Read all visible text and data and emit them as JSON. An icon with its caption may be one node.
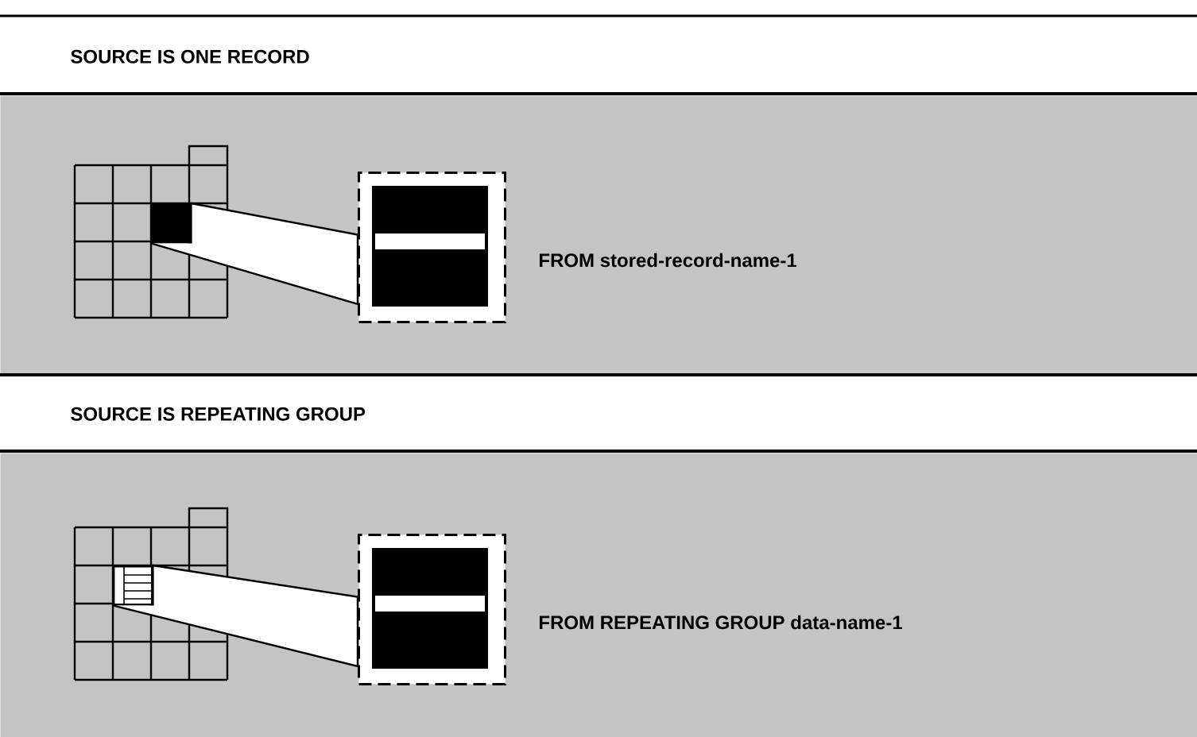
{
  "diagram": {
    "nodes": [
      {
        "text": [
          "SOURCE IS ONE RECORD"
        ]
      },
      {
        "text": [],
        "shape": "box",
        "in": 0
      },
      {
        "text": [],
        "shape": "box",
        "in": 0,
        "beside": [
          "FROM stored-record-name-1"
        ]
      },
      {
        "text": [
          "SOURCE IS REPEATING GROUP"
        ]
      },
      {
        "text": [],
        "shape": "box",
        "in": 3
      },
      {
        "text": [],
        "shape": "box",
        "in": 3,
        "beside": [
          "FROM REPEATING GROUP data-name-1"
        ]
      }
    ],
    "edges": [
      {
        "from": 1,
        "to": 2,
        "arrow": "none"
      },
      {
        "from": 4,
        "to": 5,
        "arrow": "none"
      }
    ]
  }
}
